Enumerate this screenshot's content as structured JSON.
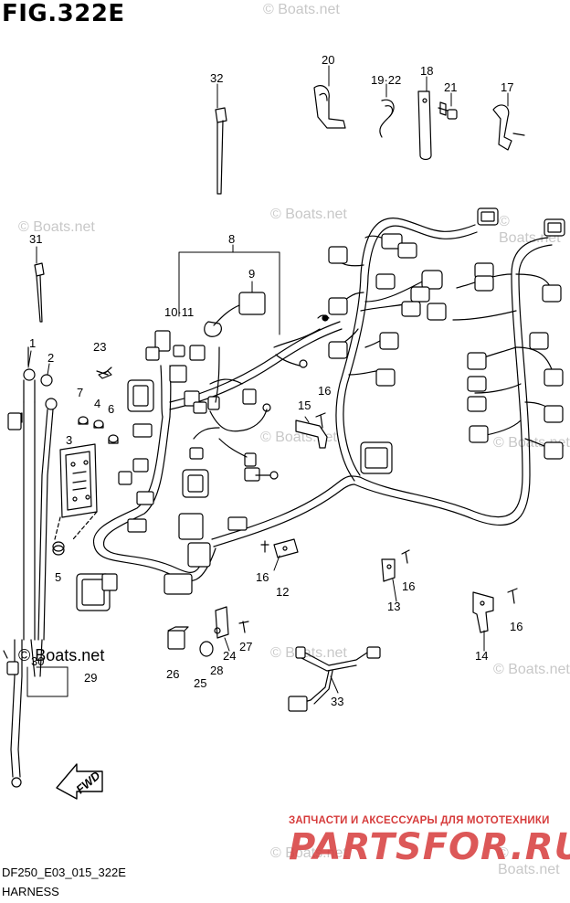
{
  "figure": {
    "title": "FIG.322E",
    "code": "DF250_E03_015_322E",
    "name": "HARNESS",
    "fwd_label": "FWD"
  },
  "watermarks": {
    "boats": "© Boats.net",
    "brand_tagline": "ЗАПЧАСТИ И АКСЕССУАРЫ ДЛЯ МОТОТЕХНИКИ",
    "brand_logo": "PARTSFOR.RU"
  },
  "callouts": [
    {
      "id": "c1",
      "text": "1"
    },
    {
      "id": "c2",
      "text": "2"
    },
    {
      "id": "c3",
      "text": "3"
    },
    {
      "id": "c4",
      "text": "4"
    },
    {
      "id": "c5",
      "text": "5"
    },
    {
      "id": "c6",
      "text": "6"
    },
    {
      "id": "c7",
      "text": "7"
    },
    {
      "id": "c8",
      "text": "8"
    },
    {
      "id": "c9",
      "text": "9"
    },
    {
      "id": "c1011",
      "text": "10·11"
    },
    {
      "id": "c12",
      "text": "12"
    },
    {
      "id": "c13",
      "text": "13"
    },
    {
      "id": "c14",
      "text": "14"
    },
    {
      "id": "c15",
      "text": "15"
    },
    {
      "id": "c16a",
      "text": "16"
    },
    {
      "id": "c16b",
      "text": "16"
    },
    {
      "id": "c16c",
      "text": "16"
    },
    {
      "id": "c16d",
      "text": "16"
    },
    {
      "id": "c17",
      "text": "17"
    },
    {
      "id": "c18",
      "text": "18"
    },
    {
      "id": "c1922",
      "text": "19·22"
    },
    {
      "id": "c20",
      "text": "20"
    },
    {
      "id": "c21",
      "text": "21"
    },
    {
      "id": "c23",
      "text": "23"
    },
    {
      "id": "c24",
      "text": "24"
    },
    {
      "id": "c25",
      "text": "25"
    },
    {
      "id": "c26",
      "text": "26"
    },
    {
      "id": "c27",
      "text": "27"
    },
    {
      "id": "c28",
      "text": "28"
    },
    {
      "id": "c29",
      "text": "29"
    },
    {
      "id": "c30",
      "text": "30"
    },
    {
      "id": "c31",
      "text": "31"
    },
    {
      "id": "c32",
      "text": "32"
    },
    {
      "id": "c33",
      "text": "33"
    }
  ]
}
